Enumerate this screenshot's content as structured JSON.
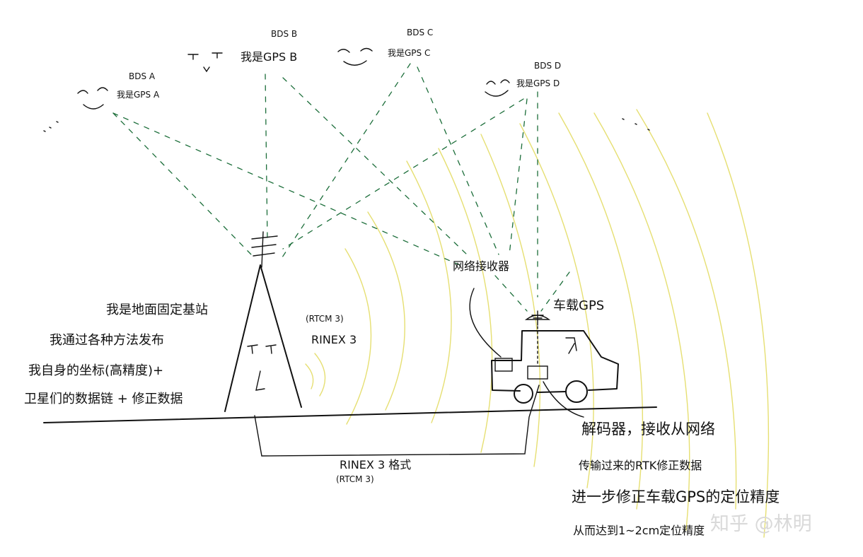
{
  "satellites": [
    {
      "bds": "BDS A",
      "gps": "我是GPS A"
    },
    {
      "bds": "BDS B",
      "gps": "我是GPS B"
    },
    {
      "bds": "BDS C",
      "gps": "我是GPS C"
    },
    {
      "bds": "BDS D",
      "gps": "我是GPS D"
    }
  ],
  "base_station": {
    "line1": "我是地面固定基站",
    "line2": "我通过各种方法发布",
    "line3": "我自身的坐标(高精度)+",
    "line4": "卫星们的数据链 + 修正数据"
  },
  "rinex_broadcast": {
    "rtcm": "(RTCM 3)",
    "rinex": "RINEX 3"
  },
  "network_receiver": "网络接收器",
  "car_gps": "车载GPS",
  "cable_label": {
    "rinex": "RINEX 3 格式",
    "rtcm": "(RTCM 3)"
  },
  "decoder": {
    "line1": "解码器，接收从网络",
    "line2": "传输过来的RTK修正数据",
    "line3": "进一步修正车载GPS的定位精度",
    "line4": "从而达到1~2cm定位精度"
  },
  "watermark": "知乎 @林明",
  "colors": {
    "ink": "#111111",
    "signal": "#1c6e3a",
    "wave": "#e6df72"
  }
}
